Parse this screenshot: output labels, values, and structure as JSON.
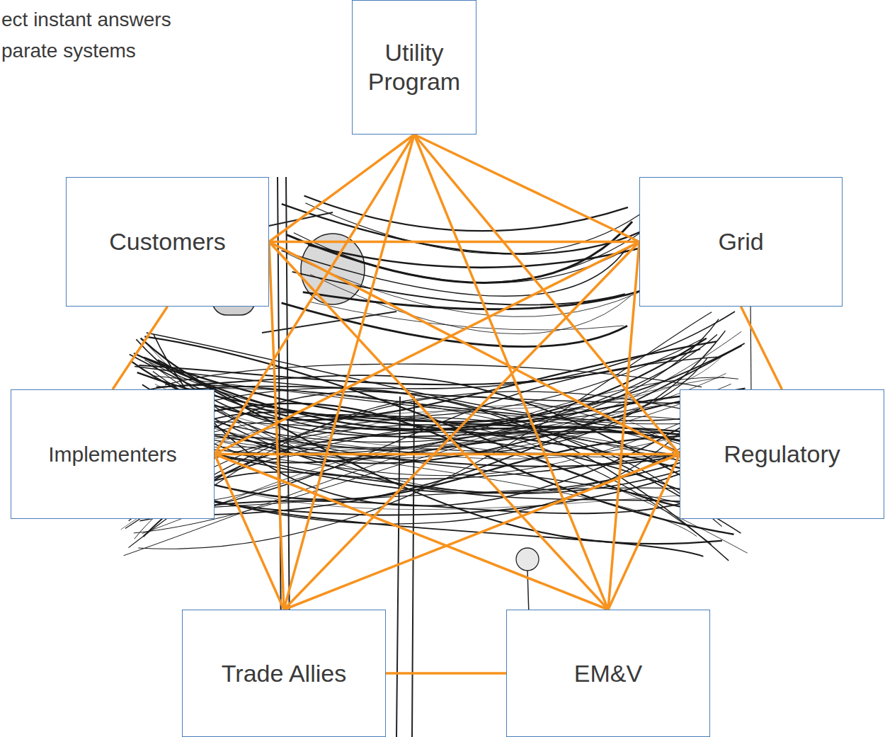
{
  "diagram": {
    "nodes": [
      {
        "text": [
          "Utility Program"
        ]
      },
      {
        "text": [
          "Customers"
        ]
      },
      {
        "text": [
          "Grid"
        ]
      },
      {
        "text": [
          "Implementers"
        ]
      },
      {
        "text": [
          "Regulatory"
        ]
      },
      {
        "text": [
          "Trade Allies"
        ]
      },
      {
        "text": [
          "EM&V"
        ]
      }
    ],
    "edges": [
      {
        "from": 0,
        "to": 1,
        "arrow": "none"
      },
      {
        "from": 0,
        "to": 2,
        "arrow": "none"
      },
      {
        "from": 0,
        "to": 3,
        "arrow": "none"
      },
      {
        "from": 0,
        "to": 4,
        "arrow": "none"
      },
      {
        "from": 0,
        "to": 5,
        "arrow": "none"
      },
      {
        "from": 0,
        "to": 6,
        "arrow": "none"
      },
      {
        "from": 1,
        "to": 2,
        "arrow": "none"
      },
      {
        "from": 1,
        "to": 3,
        "arrow": "none"
      },
      {
        "from": 1,
        "to": 4,
        "arrow": "none"
      },
      {
        "from": 1,
        "to": 5,
        "arrow": "none"
      },
      {
        "from": 1,
        "to": 6,
        "arrow": "none"
      },
      {
        "from": 2,
        "to": 3,
        "arrow": "none"
      },
      {
        "from": 2,
        "to": 4,
        "arrow": "none"
      },
      {
        "from": 2,
        "to": 5,
        "arrow": "none"
      },
      {
        "from": 2,
        "to": 6,
        "arrow": "none"
      },
      {
        "from": 3,
        "to": 4,
        "arrow": "none"
      },
      {
        "from": 3,
        "to": 5,
        "arrow": "none"
      },
      {
        "from": 3,
        "to": 6,
        "arrow": "none"
      },
      {
        "from": 4,
        "to": 5,
        "arrow": "none"
      },
      {
        "from": 4,
        "to": 6,
        "arrow": "none"
      },
      {
        "from": 5,
        "to": 6,
        "arrow": "none"
      }
    ],
    "labels": [
      "ect instant answers",
      "parate systems"
    ]
  }
}
